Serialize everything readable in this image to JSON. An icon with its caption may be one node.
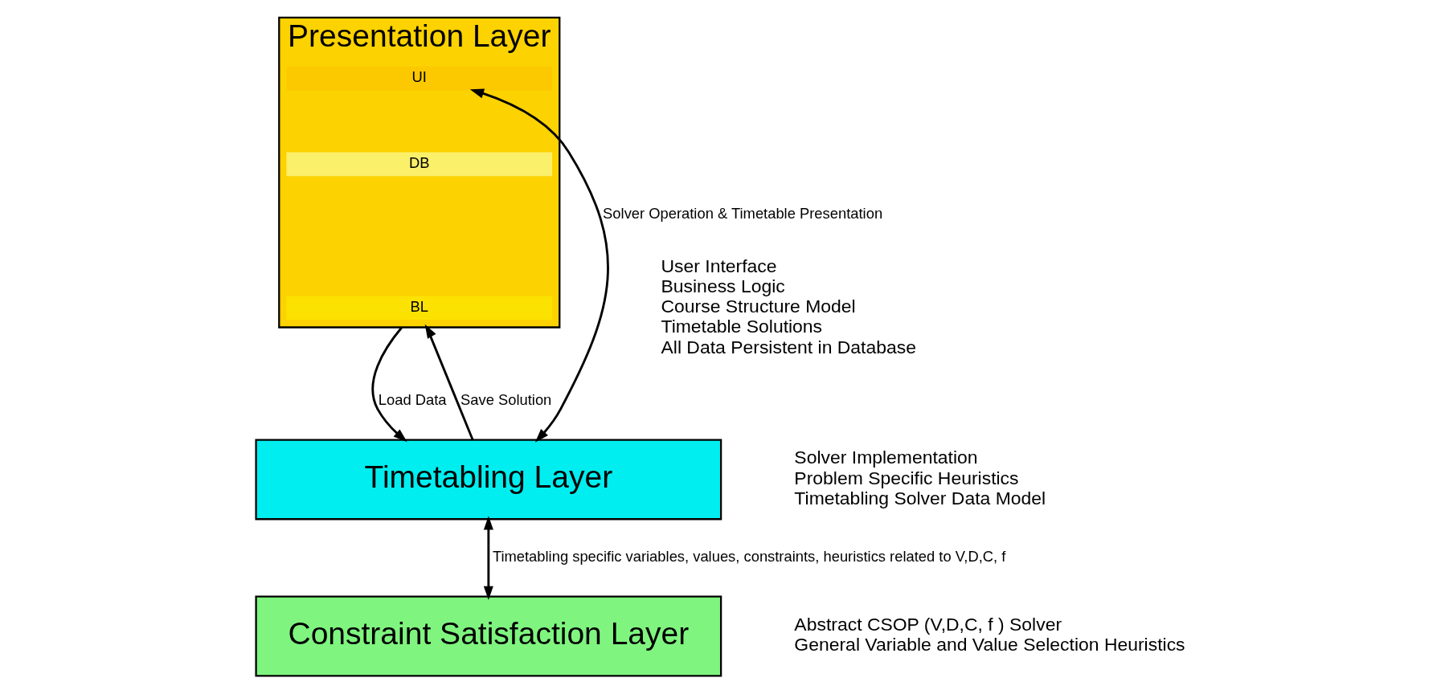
{
  "diagram": {
    "nodes": [
      {
        "text": [
          "Presentation Layer"
        ],
        "beside": [
          "User Interface",
          "Business Logic",
          "Course Structure Model",
          "Timetable Solutions",
          "All Data Persistent in Database"
        ]
      },
      {
        "text": [
          "UI"
        ],
        "in": 0
      },
      {
        "text": [
          "DB"
        ],
        "in": 0
      },
      {
        "text": [
          "BL"
        ],
        "in": 0
      },
      {
        "text": [
          "Timetabling Layer"
        ],
        "beside": [
          "Solver Implementation",
          "Problem Specific Heuristics",
          "Timetabling Solver Data Model"
        ]
      },
      {
        "text": [
          "Constraint Satisfaction Layer"
        ],
        "beside": [
          "Abstract CSOP (V,D,C, f ) Solver",
          "General Variable and Value Selection Heuristics"
        ]
      }
    ],
    "edges": [
      {
        "from": 1,
        "to": 4,
        "arrow": "both",
        "label": "Solver Operation & Timetable Presentation"
      },
      {
        "from": 0,
        "to": 4,
        "arrow": "to",
        "label": "Load Data"
      },
      {
        "from": 4,
        "to": 0,
        "arrow": "to",
        "label": "Save Solution"
      },
      {
        "from": 4,
        "to": 5,
        "arrow": "both",
        "label": "Timetabling specific variables, values, constraints, heuristics related to V,D,C, f"
      }
    ]
  }
}
